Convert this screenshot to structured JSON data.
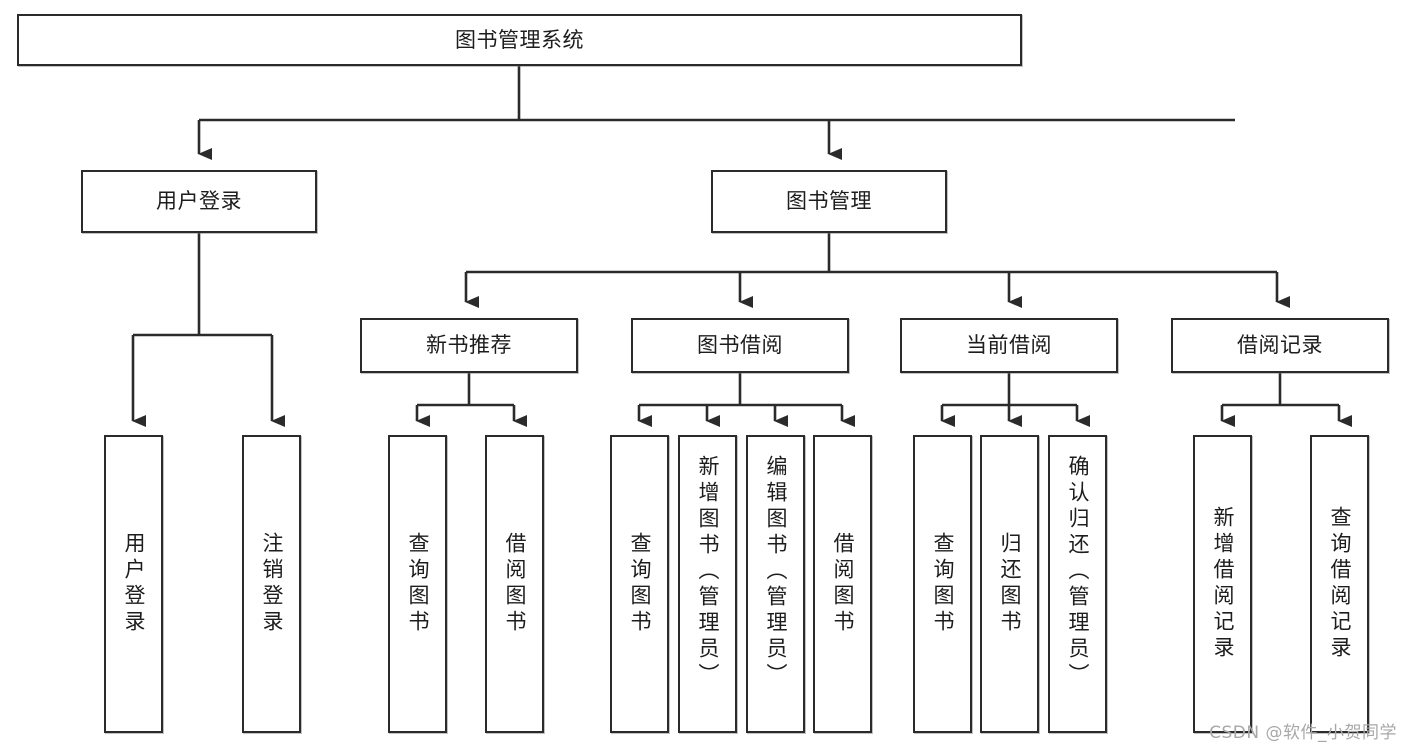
{
  "diagram": {
    "type": "tree",
    "title": "图书管理系统",
    "watermark": "CSDN @软件_小贺同学",
    "colors": {
      "stroke": "#2b2b2b",
      "fill": "#ffffff",
      "text": "#1d1d1d",
      "watermark": "#a8a8a8"
    },
    "root": {
      "id": "root",
      "label": "图书管理系统"
    },
    "level2": [
      {
        "id": "user-login",
        "label": "用户登录"
      },
      {
        "id": "book-manage",
        "label": "图书管理"
      }
    ],
    "level3": [
      {
        "id": "new-book-rec",
        "label": "新书推荐",
        "parent": "book-manage"
      },
      {
        "id": "book-borrow",
        "label": "图书借阅",
        "parent": "book-manage"
      },
      {
        "id": "current-borrow",
        "label": "当前借阅",
        "parent": "book-manage"
      },
      {
        "id": "borrow-record",
        "label": "借阅记录",
        "parent": "book-manage"
      }
    ],
    "leaves": [
      {
        "id": "leaf-user-login",
        "label": "用户登录",
        "parent": "user-login"
      },
      {
        "id": "leaf-user-logout",
        "label": "注销登录",
        "parent": "user-login"
      },
      {
        "id": "leaf-query-book-1",
        "label": "查询图书",
        "parent": "new-book-rec"
      },
      {
        "id": "leaf-borrow-book-1",
        "label": "借阅图书",
        "parent": "new-book-rec"
      },
      {
        "id": "leaf-query-book-2",
        "label": "查询图书",
        "parent": "book-borrow"
      },
      {
        "id": "leaf-add-book",
        "label": "新增图书（管理员）",
        "parent": "book-borrow"
      },
      {
        "id": "leaf-edit-book",
        "label": "编辑图书（管理员）",
        "parent": "book-borrow"
      },
      {
        "id": "leaf-borrow-book-2",
        "label": "借阅图书",
        "parent": "book-borrow"
      },
      {
        "id": "leaf-query-book-3",
        "label": "查询图书",
        "parent": "current-borrow"
      },
      {
        "id": "leaf-return-book",
        "label": "归还图书",
        "parent": "current-borrow"
      },
      {
        "id": "leaf-confirm-return",
        "label": "确认归还（管理员）",
        "parent": "current-borrow"
      },
      {
        "id": "leaf-add-record",
        "label": "新增借阅记录",
        "parent": "borrow-record"
      },
      {
        "id": "leaf-query-record",
        "label": "查询借阅记录",
        "parent": "borrow-record"
      }
    ]
  }
}
